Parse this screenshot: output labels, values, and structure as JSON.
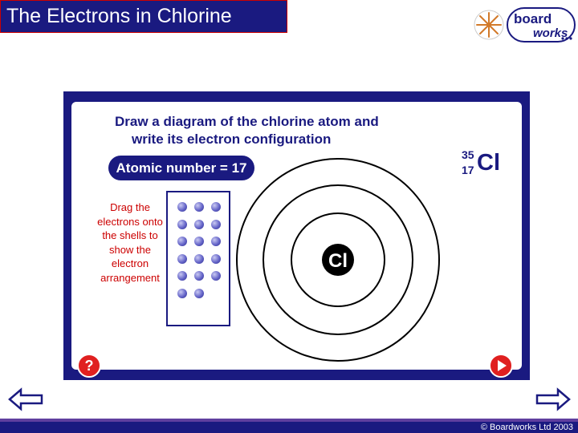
{
  "header": {
    "title": "The Electrons in Chlorine",
    "logo_text_top": "board",
    "logo_text_bottom": "works"
  },
  "activity": {
    "instruction_line1": "Draw a diagram of the chlorine atom and",
    "instruction_line2": "write its electron configuration",
    "atomic_number_label": "Atomic number = 17",
    "isotope": {
      "mass_number": "35",
      "atomic_number": "17",
      "symbol": "Cl"
    },
    "drag_instructions": "Drag the electrons onto the shells to show the electron arrangement",
    "nucleus_label": "Cl",
    "electron_count": 17,
    "help_label": "?"
  },
  "footer": {
    "copyright": "© Boardworks Ltd 2003"
  },
  "colors": {
    "navy": "#1a1a80",
    "red": "#e02020",
    "accent_purple": "#5f3f9f"
  },
  "icons": {
    "help": "question-icon",
    "play": "play-icon",
    "prev": "arrow-left-icon",
    "next": "arrow-right-icon",
    "logo": "boardworks-logo-icon"
  }
}
